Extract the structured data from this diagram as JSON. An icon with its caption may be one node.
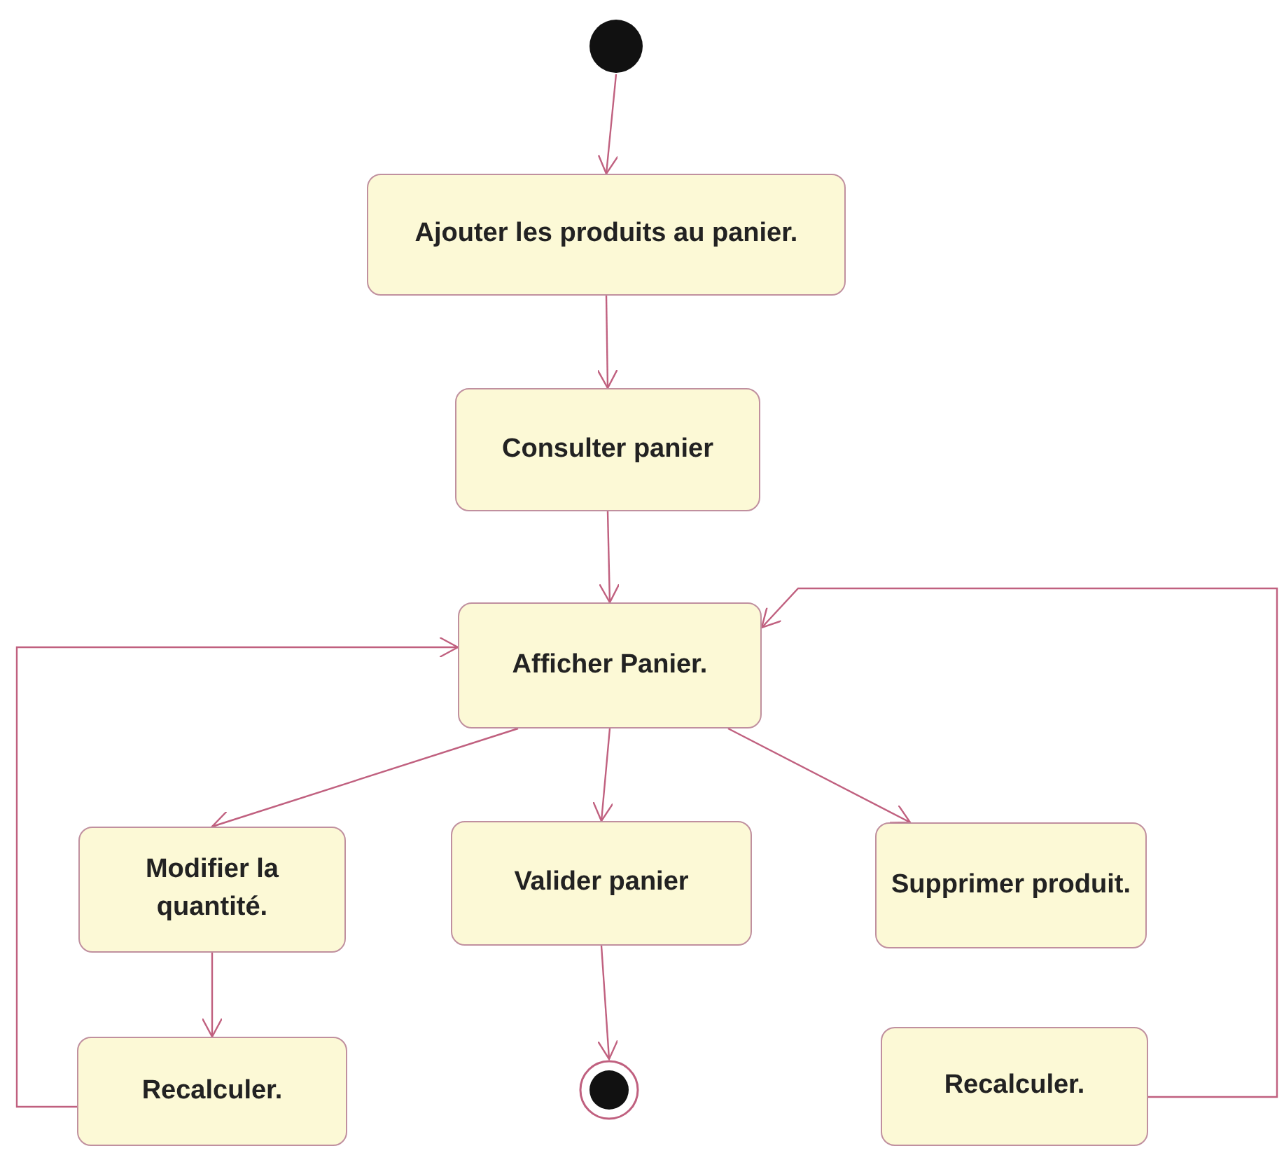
{
  "diagram": {
    "nodes": [
      {
        "text": [],
        "shape": "circle"
      },
      {
        "text": [
          "Ajouter les produits au panier."
        ]
      },
      {
        "text": [
          "Consulter panier"
        ]
      },
      {
        "text": [
          "Afficher Panier."
        ]
      },
      {
        "text": [
          "Modifier la quantité."
        ]
      },
      {
        "text": [
          "Valider panier"
        ]
      },
      {
        "text": [
          "Supprimer produit."
        ]
      },
      {
        "text": [
          "Recalculer."
        ]
      },
      {
        "text": [],
        "shape": "circle"
      },
      {
        "text": [
          "Recalculer."
        ]
      }
    ],
    "edges": [
      {
        "from": 0,
        "to": 1,
        "arrow": "to"
      },
      {
        "from": 1,
        "to": 2,
        "arrow": "to"
      },
      {
        "from": 2,
        "to": 3,
        "arrow": "to"
      },
      {
        "from": 3,
        "to": 4,
        "arrow": "to"
      },
      {
        "from": 3,
        "to": 5,
        "arrow": "to"
      },
      {
        "from": 3,
        "to": 6,
        "arrow": "to"
      },
      {
        "from": 4,
        "to": 7,
        "arrow": "to"
      },
      {
        "from": 5,
        "to": 8,
        "arrow": "to"
      },
      {
        "from": 7,
        "to": 3,
        "arrow": "to"
      },
      {
        "from": 9,
        "to": 3,
        "arrow": "to"
      }
    ]
  }
}
